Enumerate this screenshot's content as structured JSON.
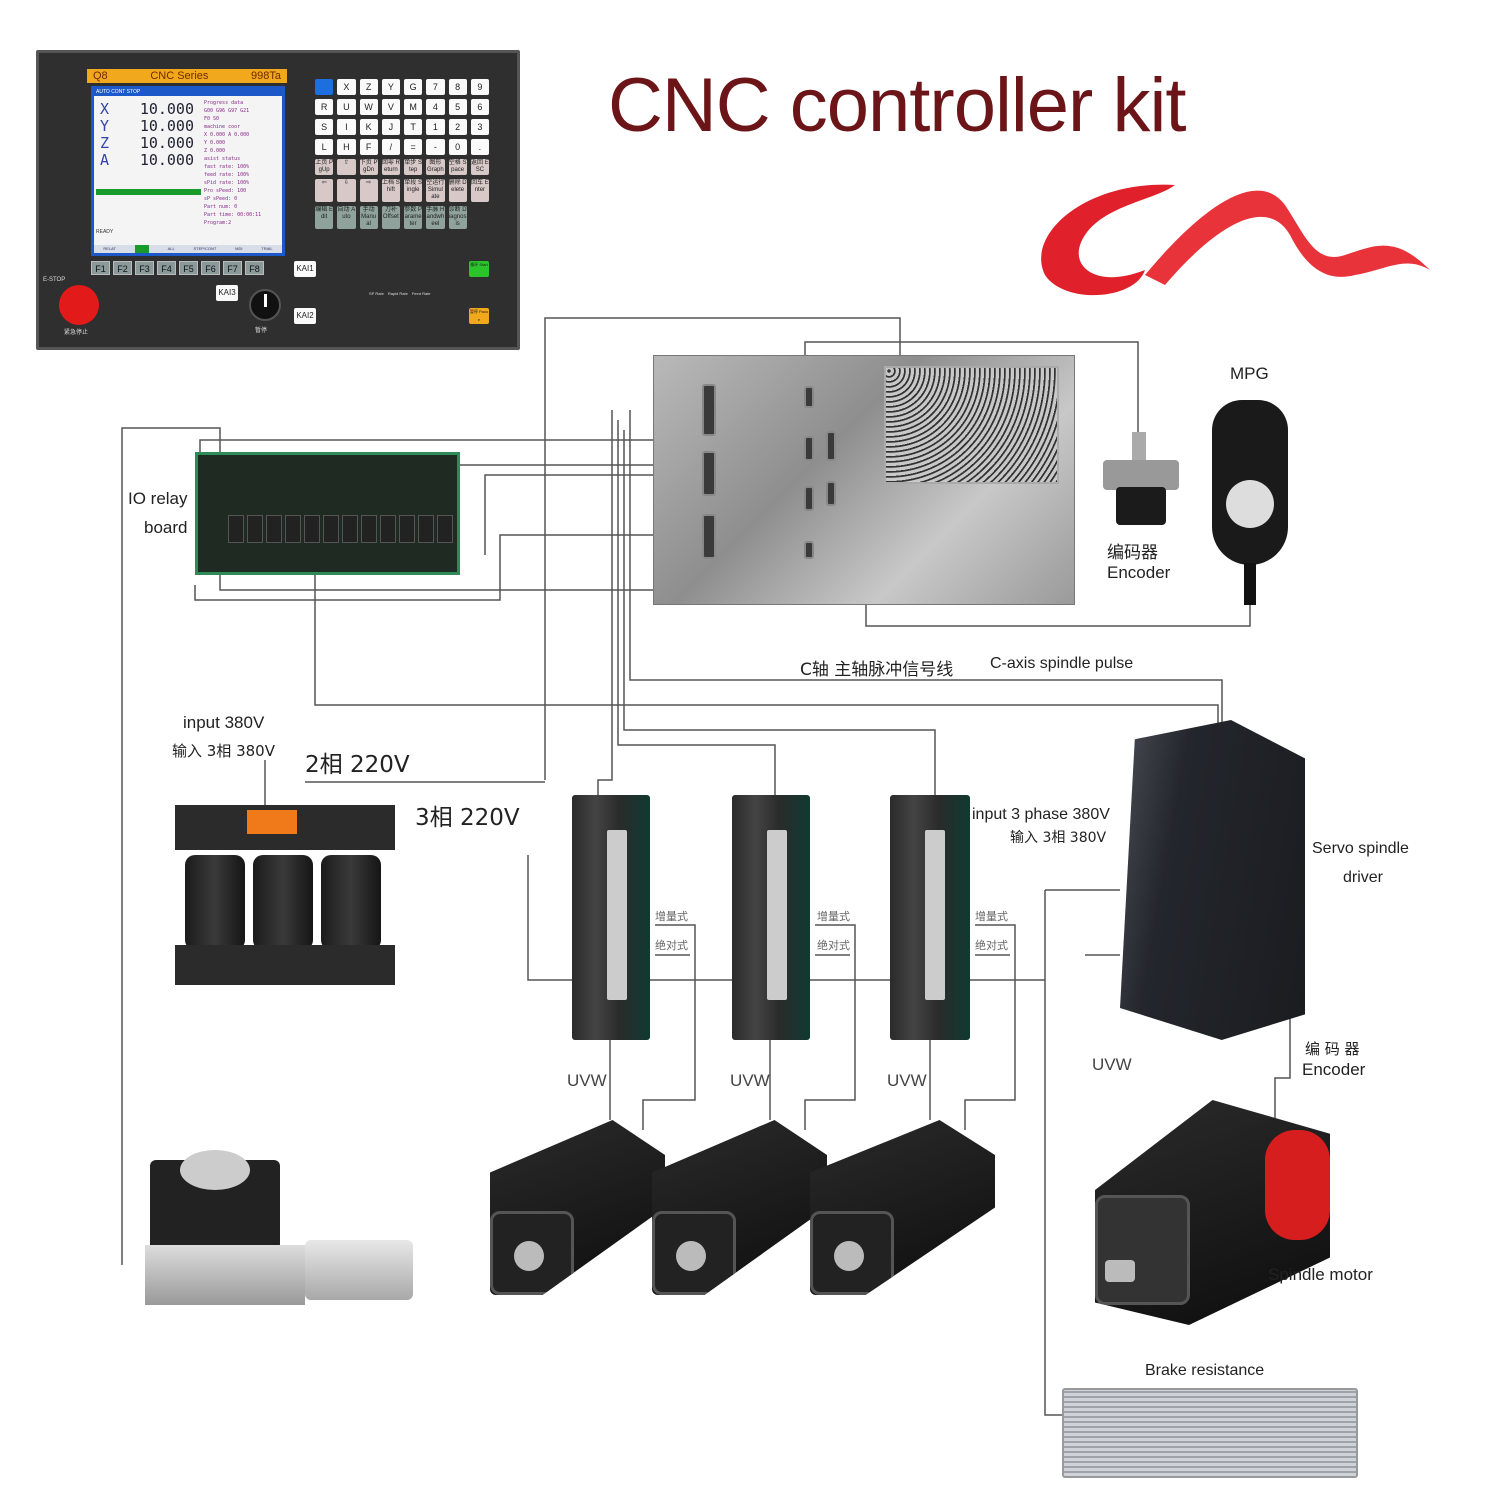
{
  "title": "CNC controller kit",
  "colors": {
    "title": "#6b1518",
    "ribbon": "#e0202a",
    "panel": "#2f2f2f",
    "panel_header": "#f2a81d",
    "screen_border": "#1d58c8",
    "estop": "#e31a1a",
    "wire": "#555555"
  },
  "panel": {
    "logo": "Q8",
    "series": "CNC Series",
    "model": "998Ta",
    "screen": {
      "status_bar": "AUTO  CONT  STOP",
      "axes": [
        {
          "name": "X",
          "value": "10.000"
        },
        {
          "name": "Y",
          "value": "10.000"
        },
        {
          "name": "Z",
          "value": "10.000"
        },
        {
          "name": "A",
          "value": "10.000"
        }
      ],
      "right_lines": [
        "Progress data",
        "G00 G96 G97 G21",
        "F0 S0",
        "machine coor",
        "X 0.000  A 0.000",
        "Y 0.000",
        "Z 0.000",
        "asist status",
        "fast rate: 100%",
        "feed rate: 100%",
        "sPid rate: 100%",
        "Pro sPeed: 100",
        "sP sPeed: 0",
        "Part num: 0",
        "Part time: 00:00:11",
        "Program:2"
      ],
      "ready": "READY",
      "bottom_tabs": [
        "RELAT",
        "",
        "ALL",
        "STEP/CONT",
        "MDI",
        "TRAIL"
      ]
    },
    "keys": [
      "X",
      "Z",
      "Y",
      "G",
      "7",
      "8",
      "9",
      "R",
      "U",
      "W",
      "V",
      "M",
      "4",
      "5",
      "6",
      "S",
      "I",
      "K",
      "J",
      "T",
      "1",
      "2",
      "3",
      "L",
      "H",
      "F",
      "/",
      "=",
      "-",
      "0",
      "."
    ],
    "function_keys": [
      "上页 PgUp",
      "⇧",
      "下页 PgDn",
      "回零 Return",
      "单步 Step",
      "图形 Graph",
      "空格 Space",
      "返回 ESC",
      "⇦",
      "⇩",
      "⇨",
      "上档 Shift",
      "单段 Single",
      "空运行 Simulate",
      "删除 Delete",
      "回车 Enter"
    ],
    "mode_keys": [
      "编辑 Edit",
      "自动 Auto",
      "手动 Manual",
      "刀补 Offset",
      "参数 Parameter",
      "手脉 Handwheel",
      "诊断 Diagnosis"
    ],
    "f_keys": [
      "F1",
      "F2",
      "F3",
      "F4",
      "F5",
      "F6",
      "F7",
      "F8"
    ],
    "estop_label": "E-STOP",
    "estop_cn": "紧急停止",
    "pause_cn": "暂停",
    "kai_keys": [
      "KAI1",
      "KAI2",
      "KAI3"
    ],
    "feed_labels": [
      "SP Rate",
      "Rapid Rate",
      "Feed Rate"
    ],
    "start": "循环 Start",
    "pause": "暂停 Pause"
  },
  "labels": {
    "io_relay_1": "IO relay",
    "io_relay_2": "board",
    "mpg": "MPG",
    "encoder_cn": "编码器",
    "encoder_en": "Encoder",
    "c_axis_cn": "C轴 主轴脉冲信号线",
    "c_axis_en": "C-axis spindle pulse",
    "input_380": "input 380V",
    "input_380_cn": "输入 3相 380V",
    "two_phase": "2相 220V",
    "three_phase": "3相 220V",
    "input_3phase": "input 3 phase 380V",
    "input_3phase_cn": "输入 3相 380V",
    "servo_spindle_1": "Servo spindle",
    "servo_spindle_2": "driver",
    "incremental": "增量式",
    "absolute": "绝对式",
    "uvw": "UVW",
    "spindle_encoder_cn": "编 码 器",
    "spindle_encoder_en": "Encoder",
    "spindle_motor": "Spindle motor",
    "brake": "Brake resistance"
  }
}
